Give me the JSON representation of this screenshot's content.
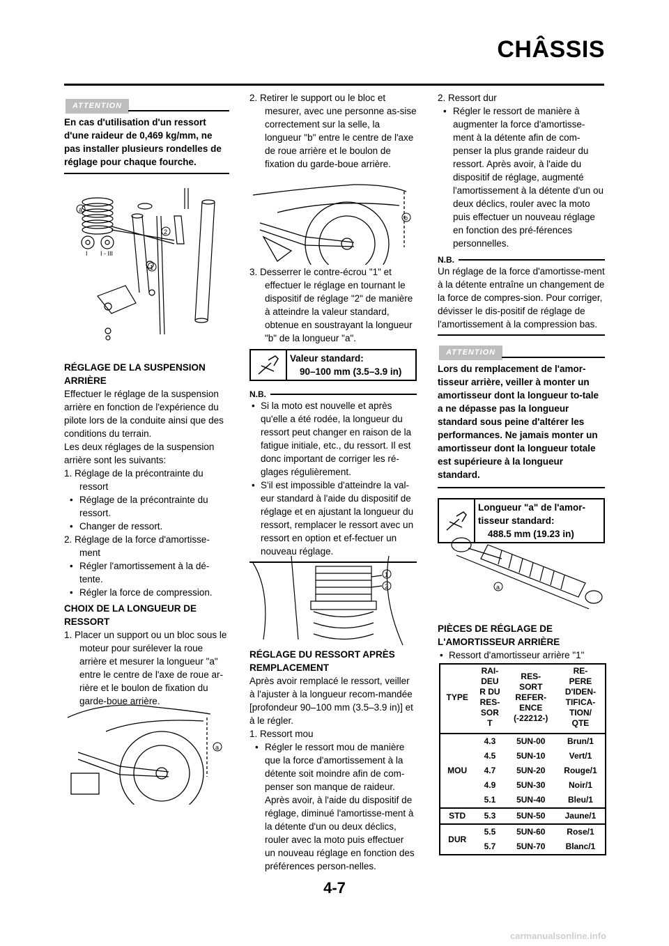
{
  "page": {
    "title": "CHÂSSIS",
    "page_number": "4-7",
    "watermark": "carmanualsonline.info"
  },
  "col1": {
    "attention_label": "ATTENTION",
    "attention_text": "En cas d'utilisation d'un ressort d'une raideur de 0,469 kg/mm, ne pas installer plusieurs rondelles de réglage pour chaque fourche.",
    "figure_labels": {
      "a": "a",
      "n1": "1",
      "n2": "2",
      "i": "I",
      "i_iii": "I - III"
    },
    "heading1": "RÉGLAGE DE LA SUSPENSION ARRIÈRE",
    "para1": "Effectuer le réglage de la suspension arrière en fonction de l'expérience du pilote lors de la conduite ainsi que des conditions du terrain.",
    "para2": "Les deux réglages de la suspension arrière sont les suivants:",
    "item1": "1.  Réglage de la précontrainte du ressort",
    "item1_b1": "Réglage de la précontrainte du ressort.",
    "item1_b2": "Changer de ressort.",
    "item2": "2.  Réglage de la force d'amortisse-ment",
    "item2_b1": "Régler l'amortissement à la dé-tente.",
    "item2_b2": "Régler la force de compression.",
    "heading2": "CHOIX DE LA LONGUEUR DE RESSORT",
    "item3": "1.  Placer un support ou un bloc sous le moteur pour surélever la roue arrière et mesurer la longueur \"a\" entre le centre de l'axe de roue ar-rière et le boulon de fixation du garde-boue arrière.",
    "figure2_label": "a"
  },
  "col2": {
    "item2": "2.  Retirer le support ou le bloc et mesurer, avec une personne as-sise correctement sur la selle, la longueur \"b\" entre le centre de l'axe de roue arrière et le boulon de fixation du garde-boue arrière.",
    "figure_label": "b",
    "item3": "3.  Desserrer le contre-écrou \"1\" et effectuer le réglage en tournant le dispositif de réglage \"2\" de manière à atteindre la valeur standard, obtenue en soustrayant la longueur \"b\" de la longueur \"a\".",
    "spec_line1": "Valeur standard:",
    "spec_line2": "90–100 mm (3.5–3.9 in)",
    "nb_label": "N.B.",
    "nb_b1": "Si la moto est nouvelle et après qu'elle a été rodée, la longueur du ressort peut changer en raison de la fatigue initiale, etc., du ressort. Il est donc important de corriger les ré-glages régulièrement.",
    "nb_b2": "S'il est impossible d'atteindre la val-eur standard à l'aide du dispositif de réglage et en ajustant la longueur du ressort, remplacer le ressort avec un ressort en option et ef-fectuer un nouveau réglage.",
    "figure2_labels": {
      "n1": "1",
      "n2": "2"
    },
    "heading": "RÉGLAGE DU RESSORT APRÈS REMPLACEMENT",
    "para": "Après avoir remplacé le ressort, veiller à l'ajuster à la longueur recom-mandée [profondeur 90–100 mm (3.5–3.9 in)] et à le régler.",
    "item1": "1.  Ressort mou",
    "item1_b1": "Régler le ressort mou de manière que la force d'amortissement à la détente soit moindre afin de com-penser son manque de raideur. Après avoir, à l'aide du dispositif de réglage, diminué l'amortisse-ment à la détente d'un ou deux déclics, rouler avec la moto puis effectuer un nouveau réglage en fonction des préférences person-nelles."
  },
  "col3": {
    "item2": "2.  Ressort dur",
    "item2_b1": "Régler le ressort de manière à augmenter la force d'amortisse-ment à la détente afin de com-penser la plus grande raideur du ressort. Après avoir, à l'aide du dispositif de réglage, augmenté l'amortissement à la détente d'un ou deux déclics, rouler avec la moto puis effectuer un nouveau réglage en fonction des pré-férences personnelles.",
    "nb_label": "N.B.",
    "nb_text": "Un réglage de la force d'amortisse-ment à la détente entraîne un changement de la force de compres-sion. Pour corriger, dévisser le dis-positif de réglage de l'amortissement à la compression bas.",
    "attention_label": "ATTENTION",
    "attention_text": "Lors du remplacement de l'amor-tisseur arrière, veiller à monter un amortisseur dont la longueur to-tale a ne dépasse pas la longueur standard sous peine d'altérer les performances. Ne jamais monter un amortisseur dont la longueur totale est supérieure à la longueur standard.",
    "spec_line1": "Longueur \"a\" de l'amor-",
    "spec_line2": "tisseur standard:",
    "spec_line3": "488.5 mm (19.23 in)",
    "figure_label": "a",
    "heading": "PIÈCES DE RÉGLAGE DE L'AMORTISSEUR ARRIÈRE",
    "bullet": "Ressort d'amortisseur arrière \"1\"",
    "table": {
      "headers": [
        "TYPE",
        "RAI-\nDEU\nR DU\nRES-\nSOR\nT",
        "RES-\nSORT\nREFER-\nENCE\n(-22212-)",
        "RE-\nPERE\nD'IDEN-\nTIFICA-\nTION/\nQTE"
      ],
      "groups": [
        {
          "type": "MOU",
          "rows": [
            [
              "4.3",
              "5UN-00",
              "Brun/1"
            ],
            [
              "4.5",
              "5UN-10",
              "Vert/1"
            ],
            [
              "4.7",
              "5UN-20",
              "Rouge/1"
            ],
            [
              "4.9",
              "5UN-30",
              "Noir/1"
            ],
            [
              "5.1",
              "5UN-40",
              "Bleu/1"
            ]
          ]
        },
        {
          "type": "STD",
          "rows": [
            [
              "5.3",
              "5UN-50",
              "Jaune/1"
            ]
          ]
        },
        {
          "type": "DUR",
          "rows": [
            [
              "5.5",
              "5UN-60",
              "Rose/1"
            ],
            [
              "5.7",
              "5UN-70",
              "Blanc/1"
            ]
          ]
        }
      ]
    }
  }
}
